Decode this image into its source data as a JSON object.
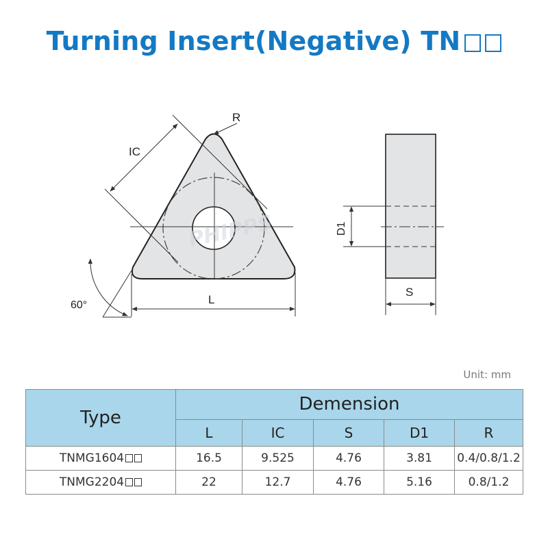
{
  "title": "Turning Insert(Negative) TN",
  "drawing": {
    "label_r": "R",
    "label_ic": "IC",
    "label_l": "L",
    "label_angle": "60°",
    "label_d1": "D1",
    "label_s": "S",
    "watermark": "PHIPPS"
  },
  "unit_label": "Unit: mm",
  "table": {
    "type_header": "Type",
    "group_header": "Demension",
    "columns": [
      "L",
      "IC",
      "S",
      "D1",
      "R"
    ],
    "rows": [
      {
        "type": "TNMG1604",
        "values": [
          "16.5",
          "9.525",
          "4.76",
          "3.81",
          "0.4/0.8/1.2"
        ]
      },
      {
        "type": "TNMG2204",
        "values": [
          "22",
          "12.7",
          "4.76",
          "5.16",
          "0.8/1.2"
        ]
      }
    ]
  }
}
